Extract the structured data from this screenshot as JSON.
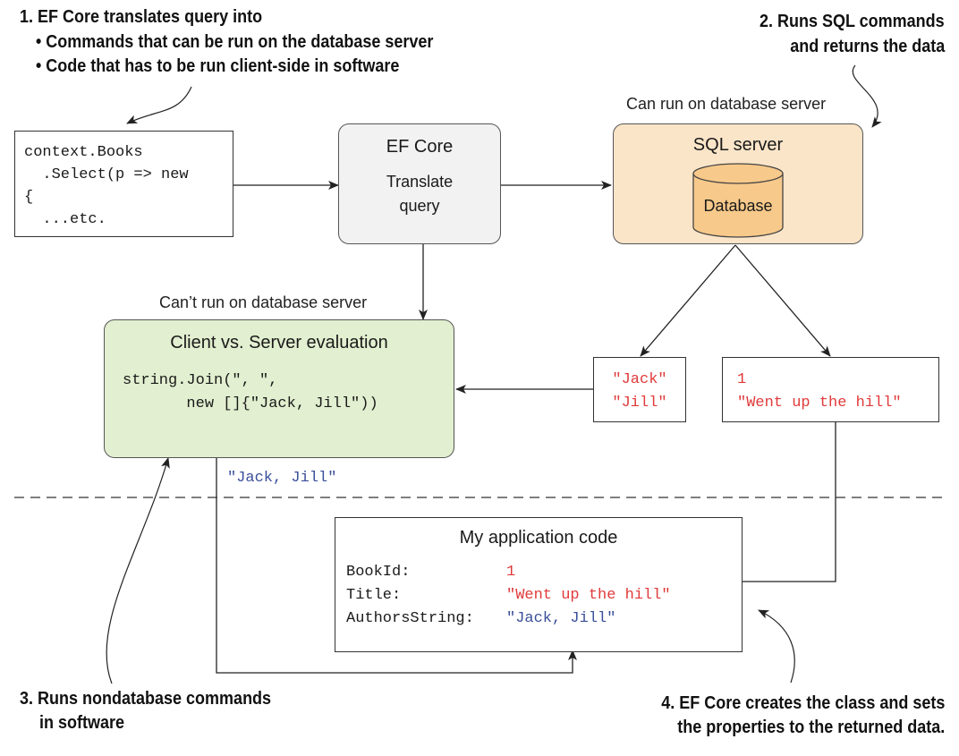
{
  "steps": {
    "step1": {
      "heading": "1. EF Core translates query into",
      "bullets": [
        "Commands that can be run on the database server",
        "Code that has to be run client-side in software"
      ]
    },
    "step2": {
      "line1": "2. Runs SQL commands",
      "line2": "and returns the data"
    },
    "step3": {
      "line1": "3. Runs nondatabase commands",
      "line2": "in software"
    },
    "step4": {
      "line1": "4. EF Core creates the class and sets",
      "line2": "the properties to the returned data."
    }
  },
  "notes": {
    "server_can_run": "Can run on database server",
    "client_cant_run": "Can’t run on database server"
  },
  "query_box": {
    "lines": [
      "context.Books",
      "  .Select(p => new",
      "{",
      "  ...etc."
    ]
  },
  "ef_core_box": {
    "title": "EF Core",
    "line1": "Translate",
    "line2": "query"
  },
  "sql_server_box": {
    "title": "SQL server",
    "database_label": "Database"
  },
  "client_eval_box": {
    "title": "Client vs. Server evaluation",
    "code_line1": "string.Join(\", \",",
    "code_line2": "       new []{\"Jack, Jill\"))"
  },
  "result_names": {
    "line1": "\"Jack\"",
    "line2": "\"Jill\""
  },
  "result_book": {
    "line1": "1",
    "line2": "\"Went up the hill\""
  },
  "joined_value": "\"Jack, Jill\"",
  "app_code_box": {
    "title": "My application code",
    "rows": [
      {
        "label": "BookId:",
        "value": "1"
      },
      {
        "label": "Title:",
        "value": "\"Went up the hill\""
      },
      {
        "label": "AuthorsString:",
        "value": "\"Jack, Jill\""
      }
    ]
  },
  "colors": {
    "ef_core_fill": "#f2f2f2",
    "sql_server_fill": "#fbe5c8",
    "database_fill": "#f7c98a",
    "client_eval_fill": "#e2efd0",
    "db_value_red": "#e03a3a",
    "client_value_blue": "#3a4f9a"
  }
}
